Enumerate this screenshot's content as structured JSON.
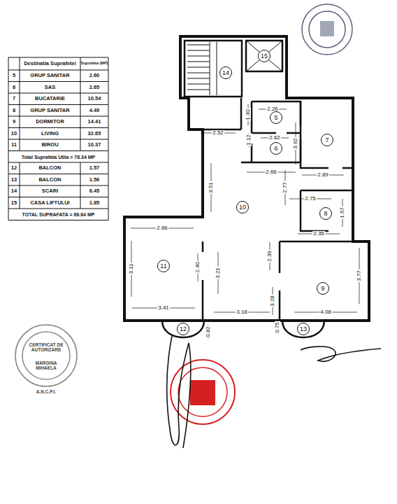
{
  "diagram": {
    "nodes": [
      {
        "text": [
          "14"
        ]
      },
      {
        "text": [
          "15"
        ]
      },
      {
        "text": [
          "5"
        ]
      },
      {
        "text": [
          "6"
        ]
      },
      {
        "text": [
          "7"
        ]
      },
      {
        "text": [
          "10"
        ]
      },
      {
        "text": [
          "8"
        ]
      },
      {
        "text": [
          "11"
        ]
      },
      {
        "text": [
          "9"
        ]
      },
      {
        "text": [
          "12"
        ]
      },
      {
        "text": [
          "13"
        ]
      }
    ],
    "labels": [
      "Destinatia Suprafetei",
      "Suprafata (MP)",
      "5",
      "GRUP SANITAR",
      "2.60",
      "6",
      "SAS",
      "2.65",
      "7",
      "BUCATARIE",
      "10.54",
      "8",
      "GRUP SANITAR",
      "4.49",
      "9",
      "DORMITOR",
      "14.41",
      "10",
      "LIVING",
      "32.65",
      "11",
      "BIROU",
      "10.37",
      "Total Suprafata Utila = 78.34 MP",
      "12",
      "BALCON",
      "1.57",
      "13",
      "BALCON",
      "1.56",
      "14",
      "SCARI",
      "6.45",
      "15",
      "CASA LIFTULUI",
      "1.85",
      "TOTAL SUPRAFATA = 86.64 MP",
      "2.52",
      "2.26",
      "1.30",
      "1.12",
      "2.62",
      "3.92",
      "2.66",
      "2.89",
      "3.51",
      "2.77",
      "2.75",
      "1.57",
      "2.66",
      "2.35",
      "3.11",
      "2.40",
      "3.21",
      "2.39",
      "3.77",
      "3.41",
      "3.18",
      "3.28",
      "4.08",
      "0.82",
      "0.75",
      "CERTIFICAT DE AUTORIZARE",
      "MARGINA MIHAELA",
      "A.N.C.P.I."
    ]
  }
}
